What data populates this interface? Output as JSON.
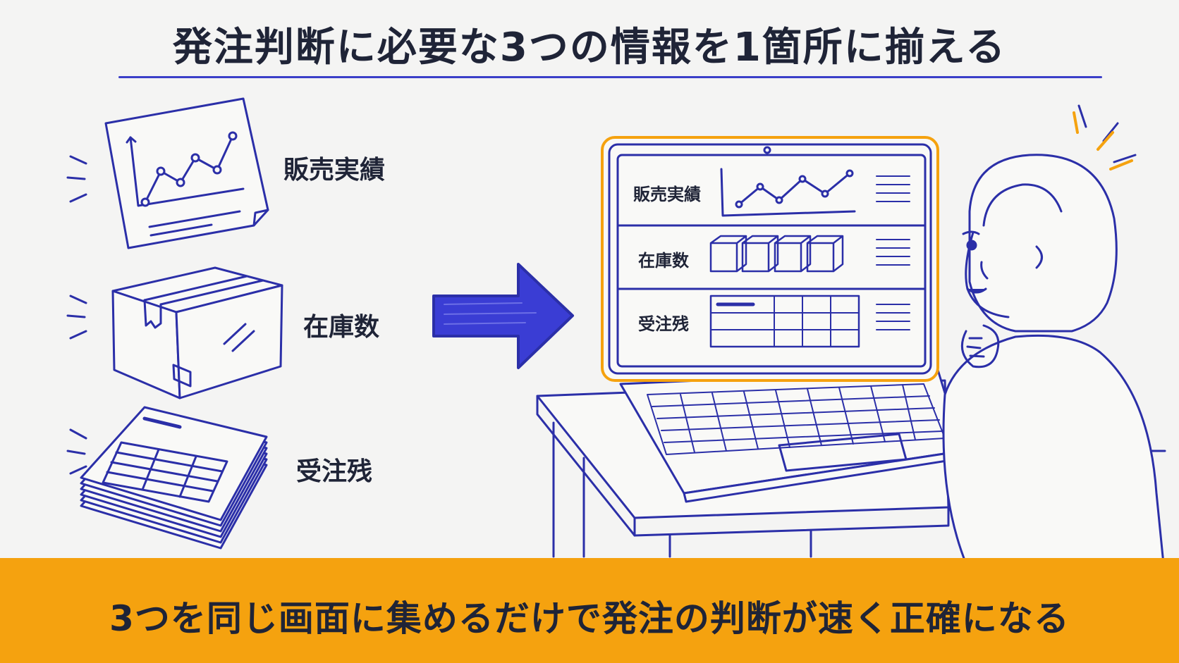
{
  "title": "発注判断に必要な3つの情報を1箇所に揃える",
  "items": [
    {
      "label": "販売実績",
      "icon": "line-chart-document-icon"
    },
    {
      "label": "在庫数",
      "icon": "cardboard-box-icon"
    },
    {
      "label": "受注残",
      "icon": "stacked-papers-table-icon"
    }
  ],
  "screen": {
    "rows": [
      {
        "label": "販売実績"
      },
      {
        "label": "在庫数"
      },
      {
        "label": "受注残"
      }
    ]
  },
  "footer": "3つを同じ画面に集めるだけで発注の判断が速く正確になる",
  "colors": {
    "ink": "#2b2fa8",
    "accent": "#f5a20f",
    "text": "#1f2437",
    "background": "#f4f4f3"
  }
}
